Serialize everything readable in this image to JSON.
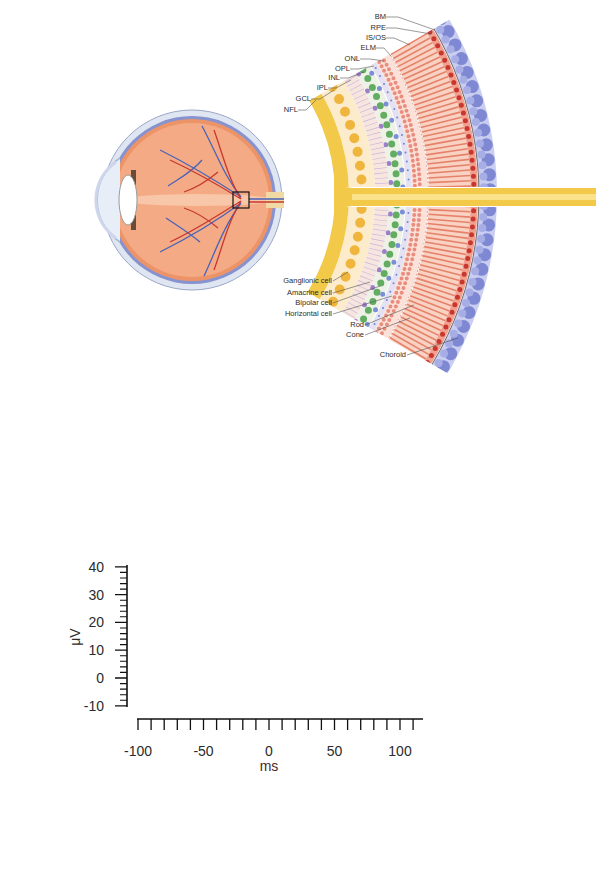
{
  "diagram": {
    "labels": [
      "BM",
      "RPE",
      "IS/OS",
      "ELM",
      "ONL",
      "OPL",
      "INL",
      "IPL",
      "GCL",
      "NFL",
      "Ganglionic cell",
      "Amacrine cell",
      "Bipolar cell",
      "Horizontal cell",
      "Rod",
      "Cone",
      "Choroid",
      "40",
      "30",
      "20",
      "10",
      "0",
      "-10",
      "μV",
      "-100",
      "-50",
      "0",
      "50",
      "100",
      "ms"
    ]
  }
}
